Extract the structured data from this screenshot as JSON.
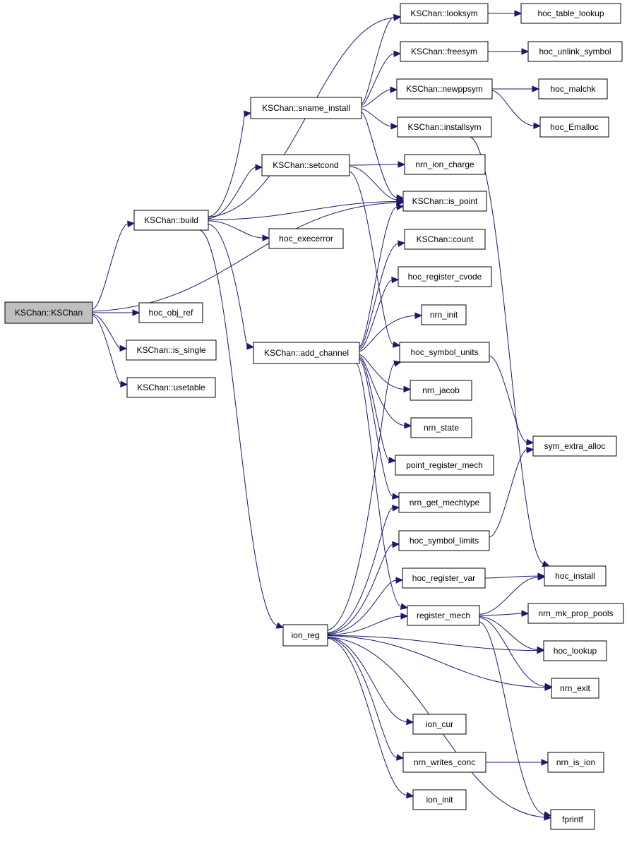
{
  "colors": {
    "edge": "#191970",
    "root_fill": "#bfbfbf",
    "node_fill": "#ffffff",
    "node_stroke": "#000000"
  },
  "nodes": [
    {
      "id": "root",
      "label": "KSChan::KSChan",
      "root": true
    },
    {
      "id": "obj_ref",
      "label": "hoc_obj_ref"
    },
    {
      "id": "is_single",
      "label": "KSChan::is_single"
    },
    {
      "id": "usetable",
      "label": "KSChan::usetable"
    },
    {
      "id": "build",
      "label": "KSChan::build"
    },
    {
      "id": "execerror",
      "label": "hoc_execerror"
    },
    {
      "id": "sname_install",
      "label": "KSChan::sname_install"
    },
    {
      "id": "setcond",
      "label": "KSChan::setcond"
    },
    {
      "id": "add_channel",
      "label": "KSChan::add_channel"
    },
    {
      "id": "ion_reg",
      "label": "ion_reg"
    },
    {
      "id": "looksym",
      "label": "KSChan::looksym"
    },
    {
      "id": "freesym",
      "label": "KSChan::freesym"
    },
    {
      "id": "newppsym",
      "label": "KSChan::newppsym"
    },
    {
      "id": "installsym",
      "label": "KSChan::installsym"
    },
    {
      "id": "ion_charge",
      "label": "nrn_ion_charge"
    },
    {
      "id": "is_point",
      "label": "KSChan::is_point"
    },
    {
      "id": "count",
      "label": "KSChan::count"
    },
    {
      "id": "reg_cvode",
      "label": "hoc_register_cvode"
    },
    {
      "id": "nrn_init",
      "label": "nrn_init"
    },
    {
      "id": "sym_units",
      "label": "hoc_symbol_units"
    },
    {
      "id": "nrn_jacob",
      "label": "nrn_jacob"
    },
    {
      "id": "nrn_state",
      "label": "nrn_state"
    },
    {
      "id": "point_reg",
      "label": "point_register_mech"
    },
    {
      "id": "get_mechtype",
      "label": "nrn_get_mechtype"
    },
    {
      "id": "sym_limits",
      "label": "hoc_symbol_limits"
    },
    {
      "id": "reg_var",
      "label": "hoc_register_var"
    },
    {
      "id": "reg_mech",
      "label": "register_mech"
    },
    {
      "id": "ion_cur",
      "label": "ion_cur"
    },
    {
      "id": "writes_conc",
      "label": "nrn_writes_conc"
    },
    {
      "id": "ion_init",
      "label": "ion_init"
    },
    {
      "id": "table_lookup",
      "label": "hoc_table_lookup"
    },
    {
      "id": "unlink_symbol",
      "label": "hoc_unlink_symbol"
    },
    {
      "id": "malchk",
      "label": "hoc_malchk"
    },
    {
      "id": "emalloc",
      "label": "hoc_Emalloc"
    },
    {
      "id": "sym_extra",
      "label": "sym_extra_alloc"
    },
    {
      "id": "hoc_install",
      "label": "hoc_install"
    },
    {
      "id": "prop_pools",
      "label": "nrn_mk_prop_pools"
    },
    {
      "id": "hoc_lookup",
      "label": "hoc_lookup"
    },
    {
      "id": "nrn_exit",
      "label": "nrn_exit"
    },
    {
      "id": "is_ion",
      "label": "nrn_is_ion"
    },
    {
      "id": "fprintf",
      "label": "fprintf"
    }
  ],
  "edges": [
    [
      "root",
      "build"
    ],
    [
      "root",
      "obj_ref"
    ],
    [
      "root",
      "is_single"
    ],
    [
      "root",
      "usetable"
    ],
    [
      "root",
      "is_point"
    ],
    [
      "build",
      "looksym"
    ],
    [
      "build",
      "sname_install"
    ],
    [
      "build",
      "setcond"
    ],
    [
      "build",
      "is_point"
    ],
    [
      "build",
      "execerror"
    ],
    [
      "build",
      "add_channel"
    ],
    [
      "build",
      "ion_reg"
    ],
    [
      "sname_install",
      "looksym"
    ],
    [
      "sname_install",
      "freesym"
    ],
    [
      "sname_install",
      "newppsym"
    ],
    [
      "sname_install",
      "installsym"
    ],
    [
      "sname_install",
      "is_point"
    ],
    [
      "setcond",
      "ion_charge"
    ],
    [
      "setcond",
      "is_point"
    ],
    [
      "setcond",
      "sym_units"
    ],
    [
      "add_channel",
      "is_point"
    ],
    [
      "add_channel",
      "count"
    ],
    [
      "add_channel",
      "reg_cvode"
    ],
    [
      "add_channel",
      "nrn_init"
    ],
    [
      "add_channel",
      "nrn_jacob"
    ],
    [
      "add_channel",
      "nrn_state"
    ],
    [
      "add_channel",
      "point_reg"
    ],
    [
      "add_channel",
      "get_mechtype"
    ],
    [
      "add_channel",
      "reg_mech"
    ],
    [
      "ion_reg",
      "sym_units"
    ],
    [
      "ion_reg",
      "get_mechtype"
    ],
    [
      "ion_reg",
      "sym_limits"
    ],
    [
      "ion_reg",
      "reg_var"
    ],
    [
      "ion_reg",
      "reg_mech"
    ],
    [
      "ion_reg",
      "hoc_lookup"
    ],
    [
      "ion_reg",
      "nrn_exit"
    ],
    [
      "ion_reg",
      "ion_cur"
    ],
    [
      "ion_reg",
      "writes_conc"
    ],
    [
      "ion_reg",
      "ion_init"
    ],
    [
      "ion_reg",
      "fprintf"
    ],
    [
      "looksym",
      "table_lookup"
    ],
    [
      "freesym",
      "unlink_symbol"
    ],
    [
      "newppsym",
      "malchk"
    ],
    [
      "newppsym",
      "emalloc"
    ],
    [
      "installsym",
      "hoc_install"
    ],
    [
      "sym_units",
      "sym_extra"
    ],
    [
      "sym_limits",
      "sym_extra"
    ],
    [
      "reg_var",
      "hoc_install"
    ],
    [
      "reg_mech",
      "hoc_install"
    ],
    [
      "reg_mech",
      "prop_pools"
    ],
    [
      "reg_mech",
      "hoc_lookup"
    ],
    [
      "reg_mech",
      "nrn_exit"
    ],
    [
      "reg_mech",
      "fprintf"
    ],
    [
      "writes_conc",
      "is_ion"
    ]
  ]
}
